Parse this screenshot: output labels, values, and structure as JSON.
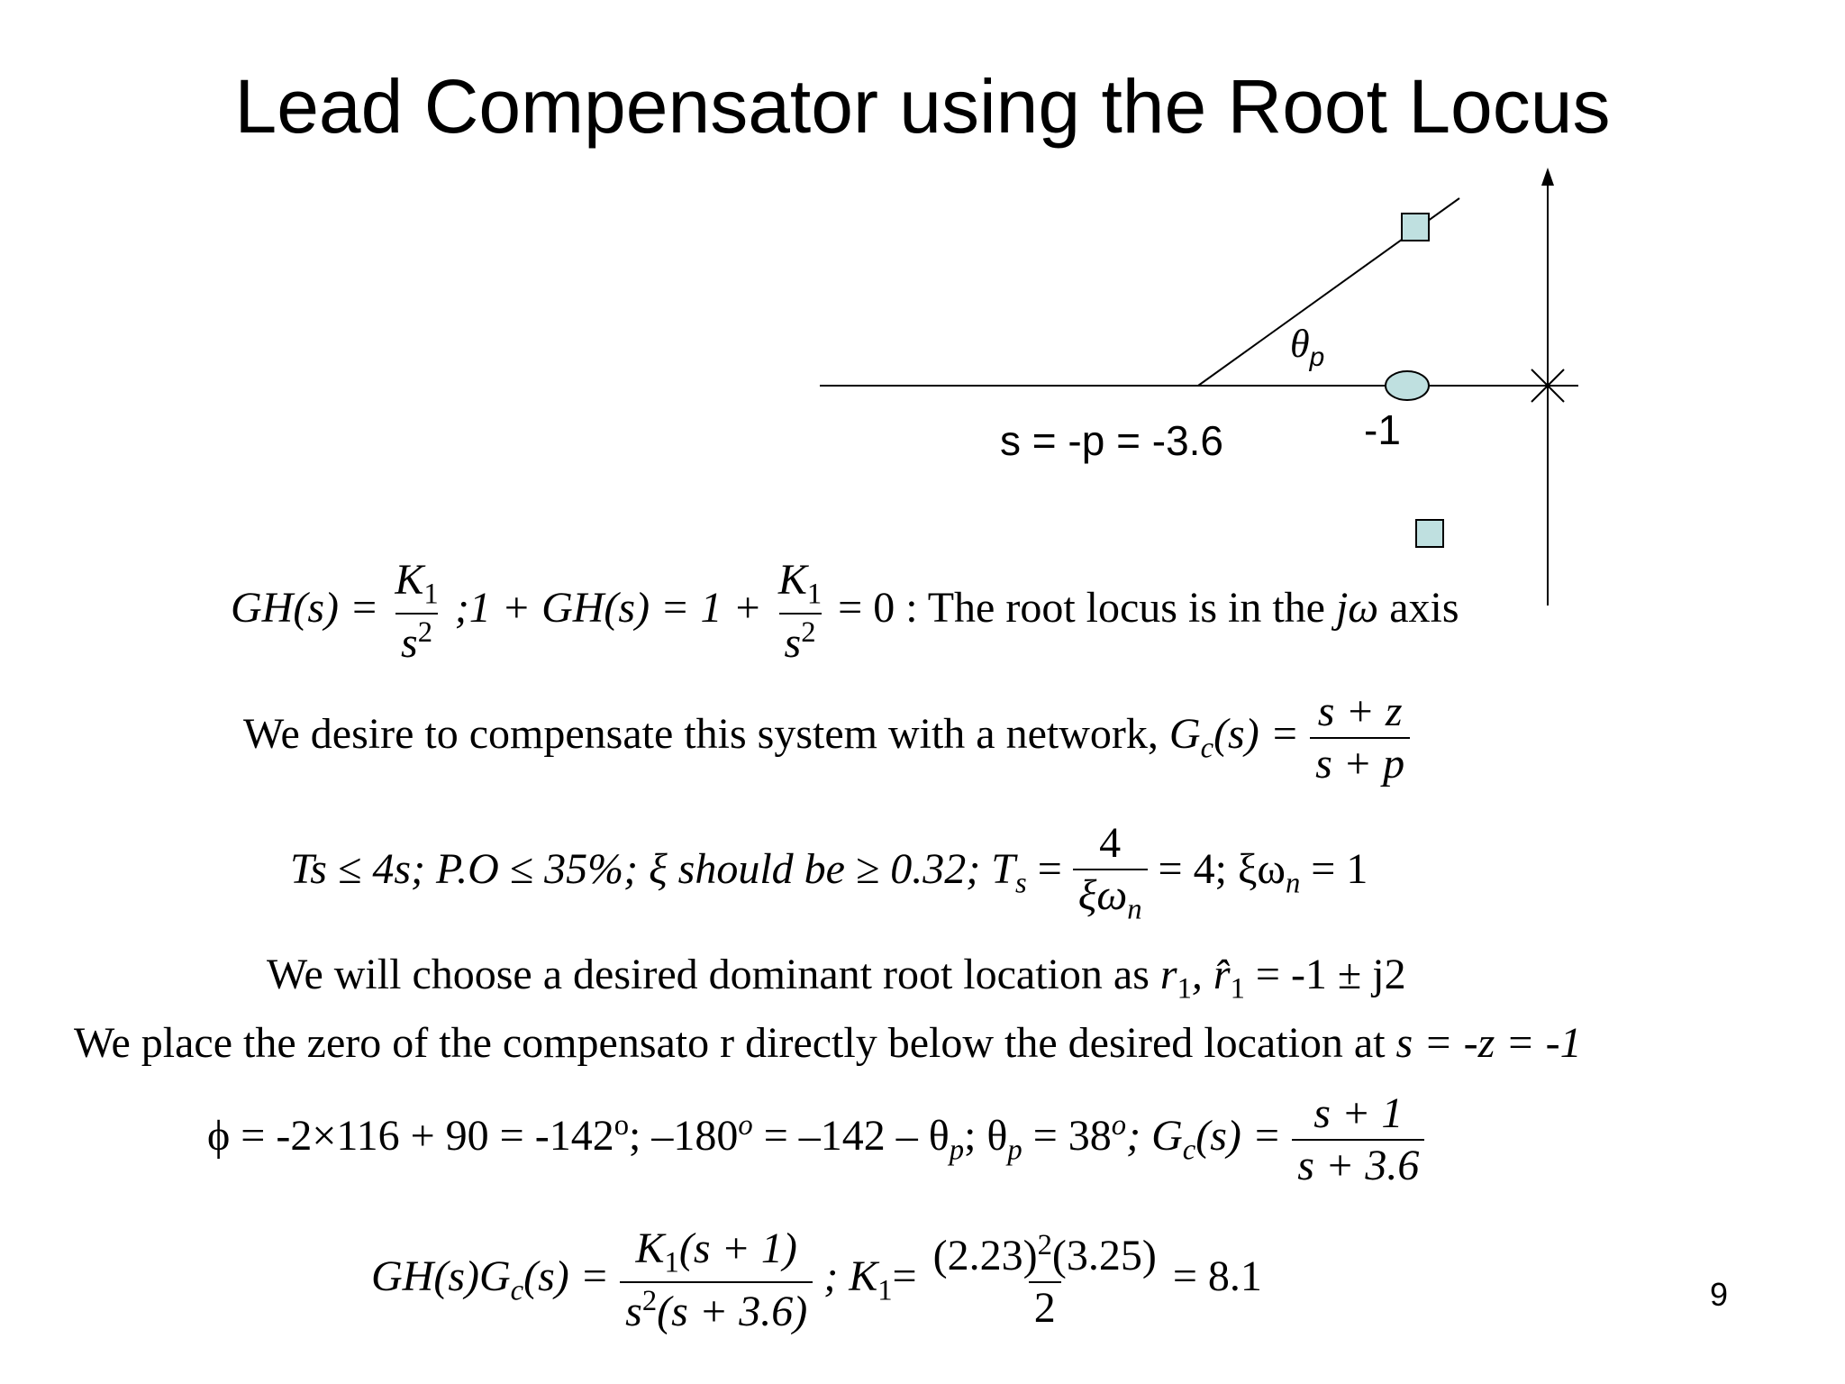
{
  "slide": {
    "title": "Lead Compensator using the Root Locus",
    "page_number": "9"
  },
  "diagram": {
    "pole_label": "s = -p = -3.6",
    "zero_label": "-1",
    "angle_label_symbol": "θ",
    "angle_label_sub": "p",
    "colors": {
      "marker_fill": "#bfe0e0",
      "line": "#000000"
    }
  },
  "eq1": {
    "lhs": "GH(s) =",
    "k1": "K",
    "k1_sub": "1",
    "s2": "s",
    "s2_sup": "2",
    "mid": ";1 + GH(s) = 1 +",
    "rhs": "= 0 : The root locus is in the",
    "jw": "jω",
    "tail": "axis"
  },
  "eq2": {
    "text": "We desire to compensate this system with a network,",
    "gc": "G",
    "gc_sub": "c",
    "gc_arg": "(s) =",
    "num": "s + z",
    "den": "s + p"
  },
  "eq3": {
    "text": "Ts ≤ 4s; P.O ≤ 35%; ξ should be ≥ 0.32; T",
    "ts_sub": "s",
    "eq": "=",
    "num": "4",
    "den": "ξω",
    "den_sub": "n",
    "tail": "= 4; ξω",
    "tail_sub": "n",
    "tail_end": "= 1"
  },
  "eq4": {
    "text": "We will choose a desired dominant root location as",
    "r": "r",
    "r_sub": "1",
    "rhat": ", r̂",
    "rhat_sub": "1",
    "tail": "= -1 ± j2"
  },
  "eq5": {
    "text": "We place the zero of the compensato r directly below the desired location at",
    "tail": "s = -z = -1"
  },
  "eq6": {
    "text": "ϕ = -2×116 + 90 = -142",
    "sup1": "o",
    "mid1": "; –180",
    "sup2": "o",
    "mid2": "= –142 – θ",
    "sub1": "p",
    "mid3": "; θ",
    "sub2": "p",
    "mid4": "= 38",
    "sup3": "o",
    "mid5": "; G",
    "sub3": "c",
    "mid6": "(s) =",
    "num": "s + 1",
    "den": "s + 3.6"
  },
  "eq7": {
    "lhs": "GH(s)G",
    "lhs_sub": "c",
    "lhs_end": "(s) =",
    "num1": "K",
    "num1_sub": "1",
    "num1_end": "(s + 1)",
    "den1": "s",
    "den1_sup": "2",
    "den1_end": "(s + 3.6)",
    "mid": "; K",
    "mid_sub": "1",
    "mid_end": "=",
    "num2": "(2.23)",
    "num2_sup": "2",
    "num2_end": "(3.25)",
    "den2": "2",
    "tail": "= 8.1"
  }
}
